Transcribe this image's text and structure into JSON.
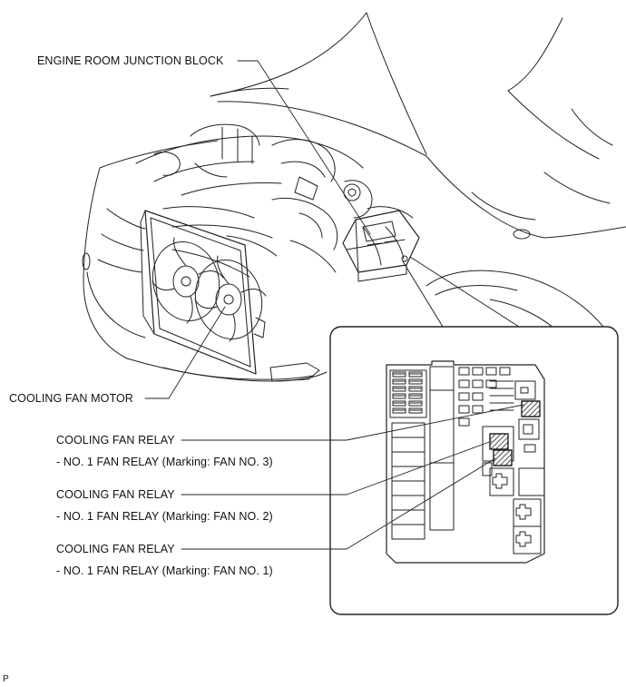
{
  "labels": {
    "engine_room_junction_block": "ENGINE ROOM JUNCTION BLOCK",
    "cooling_fan_motor": "COOLING FAN MOTOR",
    "relays": [
      {
        "title": "COOLING FAN RELAY",
        "detail": "- NO. 1 FAN RELAY (Marking: FAN NO. 3)"
      },
      {
        "title": "COOLING FAN RELAY",
        "detail": "- NO. 1 FAN RELAY (Marking: FAN NO. 2)"
      },
      {
        "title": "COOLING FAN RELAY",
        "detail": "- NO. 1 FAN RELAY (Marking: FAN NO. 1)"
      }
    ],
    "figure_code": "P"
  },
  "colors": {
    "line": "#222222",
    "background": "#ffffff"
  }
}
